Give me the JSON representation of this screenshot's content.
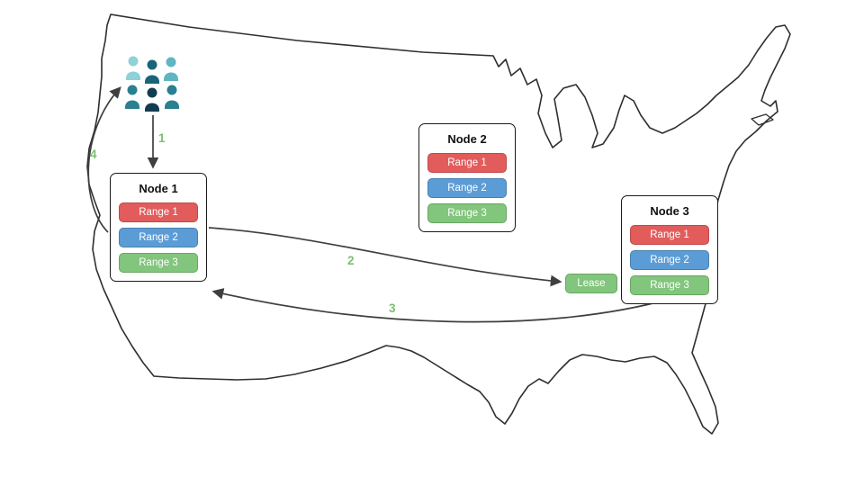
{
  "nodes": [
    {
      "title": "Node 1",
      "ranges": [
        "Range 1",
        "Range 2",
        "Range 3"
      ]
    },
    {
      "title": "Node 2",
      "ranges": [
        "Range 1",
        "Range 2",
        "Range 3"
      ]
    },
    {
      "title": "Node 3",
      "ranges": [
        "Range 1",
        "Range 2",
        "Range 3"
      ]
    }
  ],
  "lease": {
    "label": "Lease"
  },
  "arrows": {
    "labels": [
      "1",
      "2",
      "3",
      "4"
    ]
  },
  "icons": {
    "users": "users-group-icon"
  },
  "colors": {
    "range1": "#e25c5c",
    "range2": "#5b9cd6",
    "range3": "#82c57c",
    "lease": "#82c57c",
    "step_label": "#79c06e",
    "map_outline": "#2f2f2f",
    "arrow": "#3f3f3f"
  }
}
